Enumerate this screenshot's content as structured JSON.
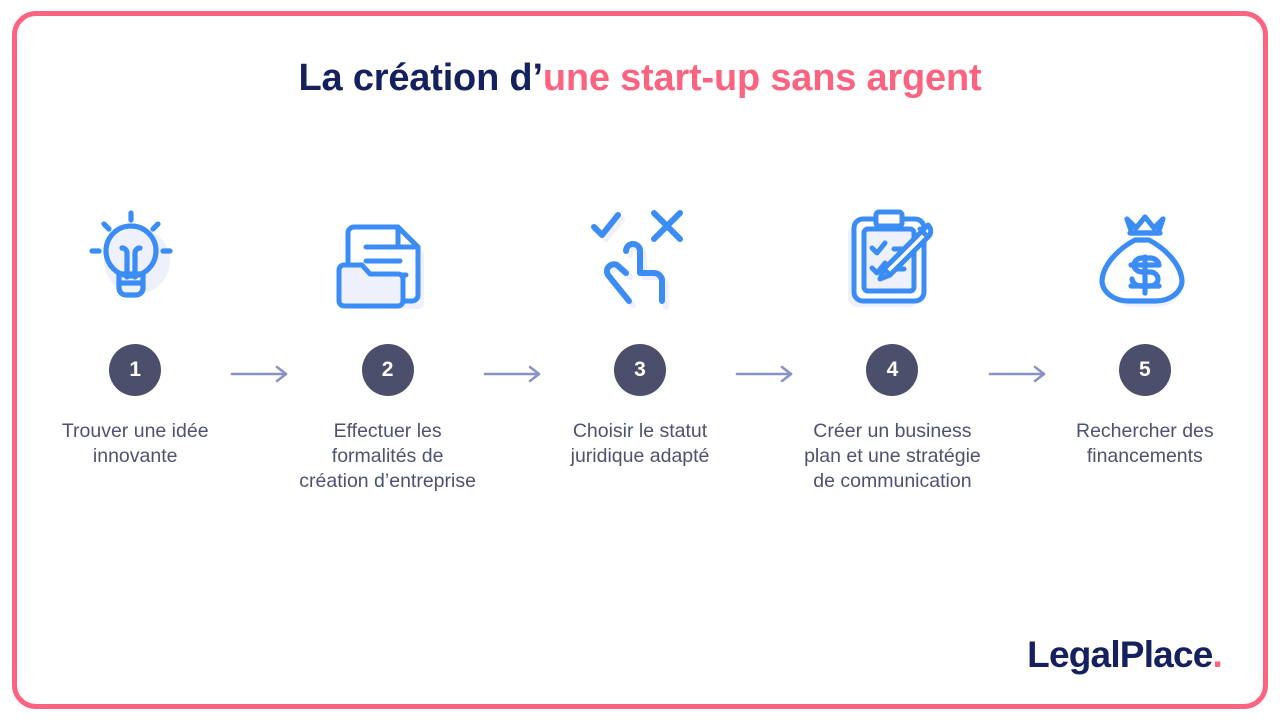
{
  "theme": {
    "pink": "#fb6480",
    "navy": "#15205e",
    "slate": "#4b4f6b",
    "caption_text": "#4e5272",
    "icon_blue": "#3b8cf5",
    "icon_shade": "#eef1fb",
    "arrow": "#8a92c4",
    "background": "#ffffff"
  },
  "title": {
    "dark_part": "La création d’",
    "pink_part": "une start-up sans argent"
  },
  "steps": [
    {
      "number": "1",
      "icon": "lightbulb-icon",
      "caption": "Trouver une idée innovante"
    },
    {
      "number": "2",
      "icon": "documents-folder-icon",
      "caption": "Effectuer les formalités de création d’entreprise"
    },
    {
      "number": "3",
      "icon": "pointing-hand-choice-icon",
      "caption": "Choisir le statut juridique adapté"
    },
    {
      "number": "4",
      "icon": "clipboard-pencil-icon",
      "caption": "Créer un business plan et une stratégie de communication"
    },
    {
      "number": "5",
      "icon": "money-bag-icon",
      "caption": "Rechercher des financements"
    }
  ],
  "arrows": [
    {
      "name": "arrow-1-to-2"
    },
    {
      "name": "arrow-2-to-3"
    },
    {
      "name": "arrow-3-to-4"
    },
    {
      "name": "arrow-4-to-5"
    }
  ],
  "logo": {
    "text": "LegalPlace",
    "dot": "."
  }
}
